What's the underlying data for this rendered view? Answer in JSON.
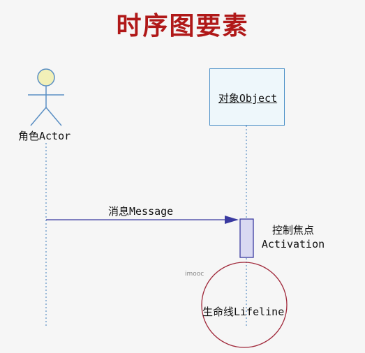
{
  "title": "时序图要素",
  "actor": {
    "label": "角色Actor"
  },
  "object": {
    "label": "对象Object"
  },
  "message": {
    "label": "消息Message"
  },
  "activation": {
    "label_cn": "控制焦点",
    "label_en": "Activation"
  },
  "lifeline": {
    "label": "生命线Lifeline"
  },
  "watermark": "imooc",
  "colors": {
    "title": "#b01818",
    "actor_head": "#f2f0b8",
    "actor_stroke": "#5a8fc4",
    "object_border": "#4a8fc7",
    "object_fill": "#eef7fb",
    "message_line": "#3a3aa0",
    "activation_fill": "#d9d9f2",
    "lifeline_dash": "#5a8fc4",
    "circle": "#a0283a"
  }
}
